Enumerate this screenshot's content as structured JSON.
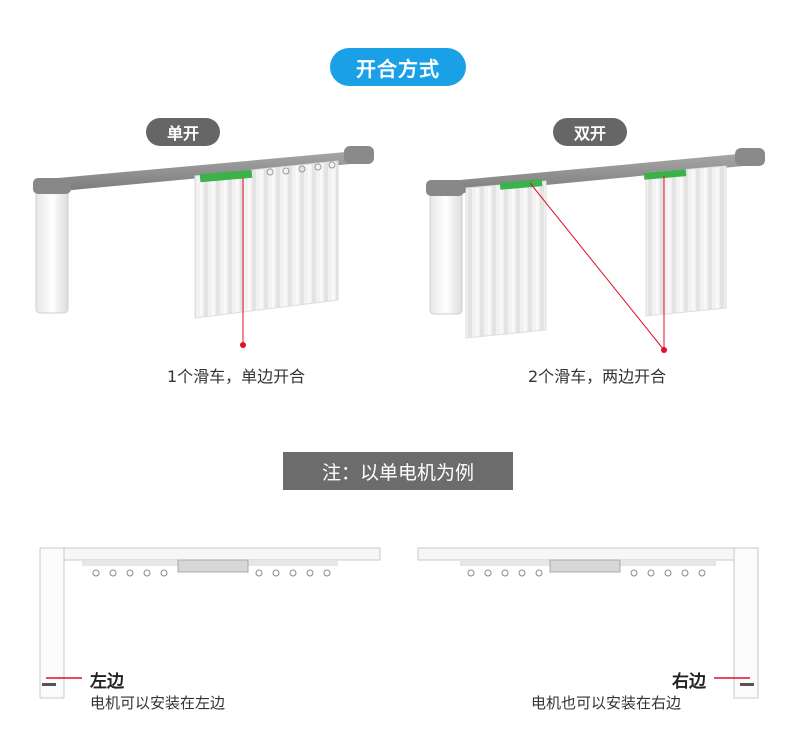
{
  "header": {
    "title": "开合方式"
  },
  "single": {
    "label": "单开",
    "caption": "1个滑车，单边开合"
  },
  "double": {
    "label": "双开",
    "caption": "2个滑车，两边开合"
  },
  "note": {
    "text": "注：以单电机为例"
  },
  "left": {
    "title": "左边",
    "desc": "电机可以安装在左边"
  },
  "right": {
    "title": "右边",
    "desc": "电机也可以安装在右边"
  },
  "colors": {
    "accent": "#1aa0e6",
    "pill_gray": "#666666",
    "pointer_red": "#e0102a",
    "rail_gray": "#8c8c8c"
  }
}
